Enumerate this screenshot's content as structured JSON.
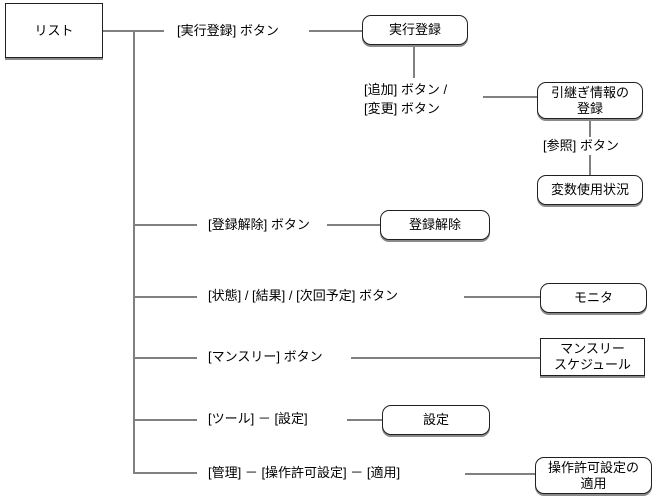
{
  "diagram_type": "screen-transition-tree",
  "colors": {
    "background": "#ffffff",
    "connector_line": "#808080",
    "box_border": "#202020",
    "box_shadow": "#8a8a8a",
    "text": "#000000"
  },
  "root": {
    "label": "リスト"
  },
  "branches": [
    {
      "trigger": "[実行登録] ボタン",
      "screen": "実行登録",
      "child": {
        "trigger_line1": "[追加] ボタン /",
        "trigger_line2": "[変更] ボタン",
        "screen_line1": "引継ぎ情報の",
        "screen_line2": "登録",
        "child": {
          "trigger": "[参照] ボタン",
          "screen": "変数使用状況"
        }
      }
    },
    {
      "trigger": "[登録解除] ボタン",
      "screen": "登録解除"
    },
    {
      "trigger": "[状態] / [結果] / [次回予定] ボタン",
      "screen": "モニタ"
    },
    {
      "trigger": "[マンスリー] ボタン",
      "screen_line1": "マンスリー",
      "screen_line2": "スケジュール"
    },
    {
      "trigger": "[ツール] － [設定]",
      "screen": "設定"
    },
    {
      "trigger": "[管理] － [操作許可設定] － [適用]",
      "screen_line1": "操作許可設定の",
      "screen_line2": "適用"
    }
  ]
}
